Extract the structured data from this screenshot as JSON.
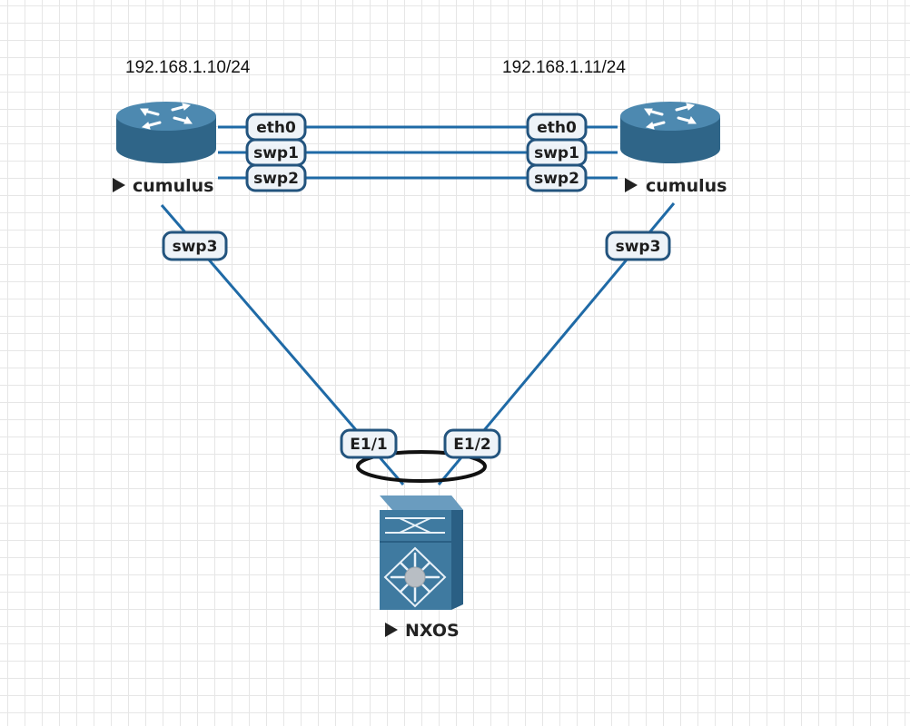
{
  "nodes": {
    "cumulus_left": {
      "label": "cumulus",
      "ip": "192.168.1.10/24",
      "icon": "router-icon"
    },
    "cumulus_right": {
      "label": "cumulus",
      "ip": "192.168.1.11/24",
      "icon": "router-icon"
    },
    "nxos": {
      "label": "NXOS",
      "icon": "nexus-switch-icon"
    }
  },
  "links": {
    "eth0": {
      "left_port": "eth0",
      "right_port": "eth0"
    },
    "swp1": {
      "left_port": "swp1",
      "right_port": "swp1"
    },
    "swp2": {
      "left_port": "swp2",
      "right_port": "swp2"
    },
    "left_uplink": {
      "cumulus_port": "swp3",
      "nxos_port": "E1/1"
    },
    "right_uplink": {
      "cumulus_port": "swp3",
      "nxos_port": "E1/2"
    }
  },
  "colors": {
    "link": "#1f6aa6",
    "port_border": "#23547e",
    "port_fill": "#eef3f8",
    "device_body": "#3f7aa0",
    "device_dark": "#2f6588",
    "grid": "#e6e6e6"
  }
}
